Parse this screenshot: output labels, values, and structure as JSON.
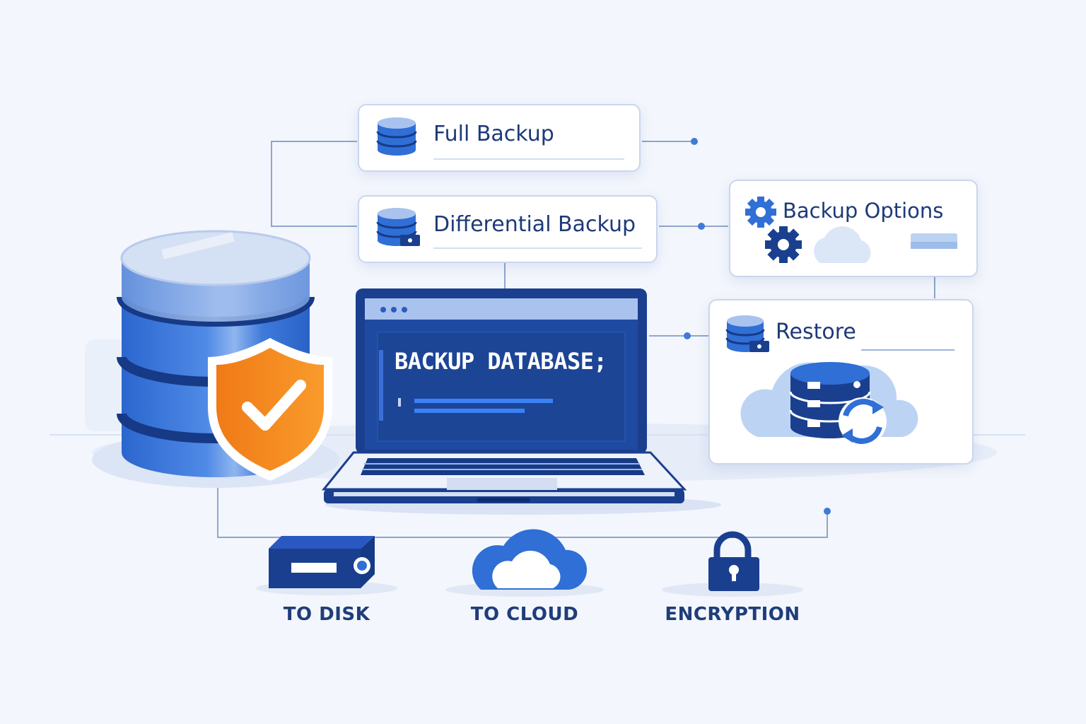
{
  "colors": {
    "background": "#f3f6fc",
    "primary_blue": "#2f6fd6",
    "navy": "#1b3f8f",
    "accent_orange": "#f58b1f",
    "card_border": "#c9d6ee"
  },
  "cards": {
    "full_backup": {
      "label": "Full Backup",
      "icon": "database-icon"
    },
    "differential_backup": {
      "label": "Differential Backup",
      "icon": "database-lock-icon"
    },
    "backup_options": {
      "label": "Backup Options",
      "icon": "gear-icon"
    },
    "restore": {
      "label": "Restore",
      "icon": "database-lock-icon"
    }
  },
  "laptop": {
    "command": "BACKUP DATABASE;",
    "icon": "laptop-icon"
  },
  "main_database": {
    "icon": "database-icon",
    "badge_icon": "shield-check-icon"
  },
  "destinations": [
    {
      "label": "TO DISK",
      "icon": "hard-drive-icon"
    },
    {
      "label": "TO CLOUD",
      "icon": "cloud-icon"
    },
    {
      "label": "ENCRYPTION",
      "icon": "padlock-icon"
    }
  ]
}
